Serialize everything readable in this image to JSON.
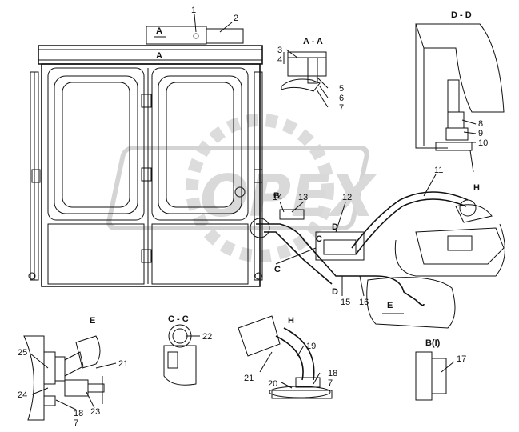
{
  "watermark": "OPEX",
  "section_titles": {
    "aa": "A - A",
    "dd": "D - D",
    "cc": "C - C",
    "e": "E",
    "h": "H",
    "b1": "B(I)"
  },
  "view_markers": {
    "a_top": "A",
    "a_bottom": "A",
    "b": "B",
    "c_left": "C",
    "c_right": "C",
    "d_top": "D",
    "d_bottom": "D",
    "e": "E",
    "h": "H"
  },
  "callouts": {
    "n1": "1",
    "n2": "2",
    "n3": "3",
    "n4": "4",
    "n5": "5",
    "n6": "6",
    "n7": "7",
    "n8": "8",
    "n9": "9",
    "n10": "10",
    "n11": "11",
    "n12": "12",
    "n13": "13",
    "n14": "14",
    "n15": "15",
    "n16": "16",
    "n17": "17",
    "e_25": "25",
    "e_21": "21",
    "e_24": "24",
    "e_23": "23",
    "e_18": "18",
    "e_7": "7",
    "c_22": "22",
    "h_19": "19",
    "h_21": "21",
    "h_20": "20",
    "h_18": "18",
    "h_7": "7"
  }
}
